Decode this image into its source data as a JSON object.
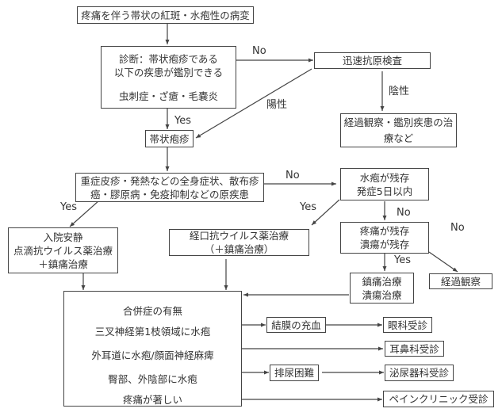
{
  "nodes": {
    "start": {
      "lines": [
        "疼痛を伴う帯状の紅斑・水疱性の病変"
      ]
    },
    "diagnosis": {
      "lines": [
        "診断：帯状疱疹である",
        "以下の疾患が鑑別できる",
        "",
        "虫刺症・ざ瘡・毛嚢炎"
      ]
    },
    "rapid_test": {
      "lines": [
        "迅速抗原検査"
      ]
    },
    "observe_differential": {
      "lines": [
        "経過観察・鑑別疾患の治",
        "療など"
      ]
    },
    "herpes_zoster": {
      "lines": [
        "帯状疱疹"
      ]
    },
    "severity": {
      "lines": [
        "重症皮疹・発熱などの全身症状、散布疹",
        "癌・膠原病・免疫抑制などの原疾患"
      ]
    },
    "blister_remains": {
      "lines": [
        "水疱が残存",
        "発症5日以内"
      ]
    },
    "hospitalize": {
      "lines": [
        "入院安静",
        "点滴抗ウイルス薬治療",
        "＋鎮痛治療"
      ]
    },
    "oral_antiviral": {
      "lines": [
        "経口抗ウイルス薬治療",
        "（＋鎮痛治療）"
      ]
    },
    "pain_ulcer": {
      "lines": [
        "疼痛が残存",
        "潰瘍が残存"
      ]
    },
    "analgesic_ulcer": {
      "lines": [
        "鎮痛治療",
        "潰瘍治療"
      ]
    },
    "observe": {
      "lines": [
        "経過観察"
      ]
    },
    "complications": {
      "lines": [
        "合併症の有無",
        "三叉神経第1枝領域に水疱",
        "外耳道に水疱/顔面神経麻痺",
        "臀部、外陰部に水疱",
        "疼痛が著しい"
      ]
    },
    "conjunctival": {
      "lines": [
        "結膜の充血"
      ]
    },
    "ophthalmology": {
      "lines": [
        "眼科受診"
      ]
    },
    "ent": {
      "lines": [
        "耳鼻科受診"
      ]
    },
    "dysuria": {
      "lines": [
        "排尿困難"
      ]
    },
    "urology": {
      "lines": [
        "泌尿器科受診"
      ]
    },
    "pain_clinic": {
      "lines": [
        "ペインクリニック受診"
      ]
    }
  },
  "edge_labels": {
    "diag_no": "No",
    "diag_yes": "Yes",
    "positive": "陽性",
    "negative": "陰性",
    "severity_no": "No",
    "severity_yes": "Yes",
    "blister_yes": "Yes",
    "blister_no": "No",
    "pain_yes": "Yes",
    "pain_no": "No"
  }
}
